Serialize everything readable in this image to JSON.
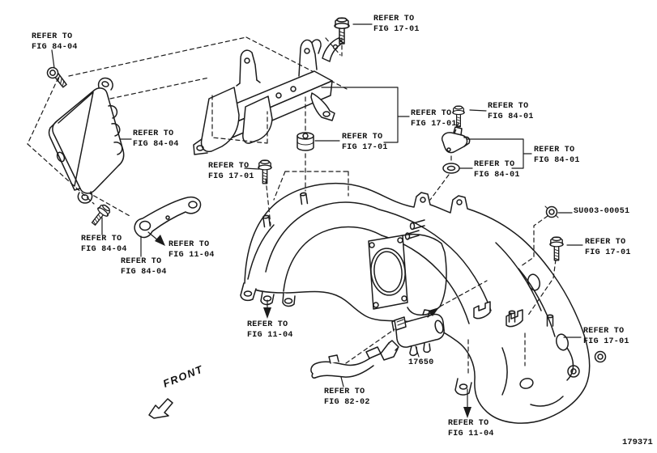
{
  "figure_number": "179371",
  "front_label": "FRONT",
  "colors": {
    "line": "#1b1b1b",
    "background": "#ffffff"
  },
  "labels": [
    {
      "name": "screw-top-left",
      "text": "REFER TO\nFIG 84-04"
    },
    {
      "name": "bolt-top",
      "text": "REFER TO\nFIG 17-01"
    },
    {
      "name": "ecu-module",
      "text": "REFER TO\nFIG 84-04"
    },
    {
      "name": "sensor-bolt",
      "text": "REFER TO\nFIG 84-01"
    },
    {
      "name": "bracket-mid",
      "text": "REFER TO\nFIG 17-01"
    },
    {
      "name": "sensor-assembly",
      "text": "REFER TO\nFIG 84-01"
    },
    {
      "name": "o-ring",
      "text": "REFER TO\nFIG 84-01"
    },
    {
      "name": "collar-bushing",
      "text": "REFER TO\nFIG 17-01"
    },
    {
      "name": "manifold-bolt-left",
      "text": "REFER TO\nFIG 17-01"
    },
    {
      "name": "bolt-lower-left",
      "text": "REFER TO\nFIG 84-04"
    },
    {
      "name": "bracket-arm-mount",
      "text": "REFER TO\nFIG 11-04"
    },
    {
      "name": "bracket-arm",
      "text": "REFER TO\nFIG 84-04"
    },
    {
      "name": "grommet-part-number",
      "text": "SU003-00051"
    },
    {
      "name": "manifold-bolt-right",
      "text": "REFER TO\nFIG 17-01"
    },
    {
      "name": "manifold-left-mount",
      "text": "REFER TO\nFIG 11-04"
    },
    {
      "name": "vsv-valve-part-number",
      "text": "17650"
    },
    {
      "name": "wire-harness",
      "text": "REFER TO\nFIG 82-02"
    },
    {
      "name": "manifold-right",
      "text": "REFER TO\nFIG 17-01"
    },
    {
      "name": "manifold-bottom-mount",
      "text": "REFER TO\nFIG 11-04"
    }
  ]
}
